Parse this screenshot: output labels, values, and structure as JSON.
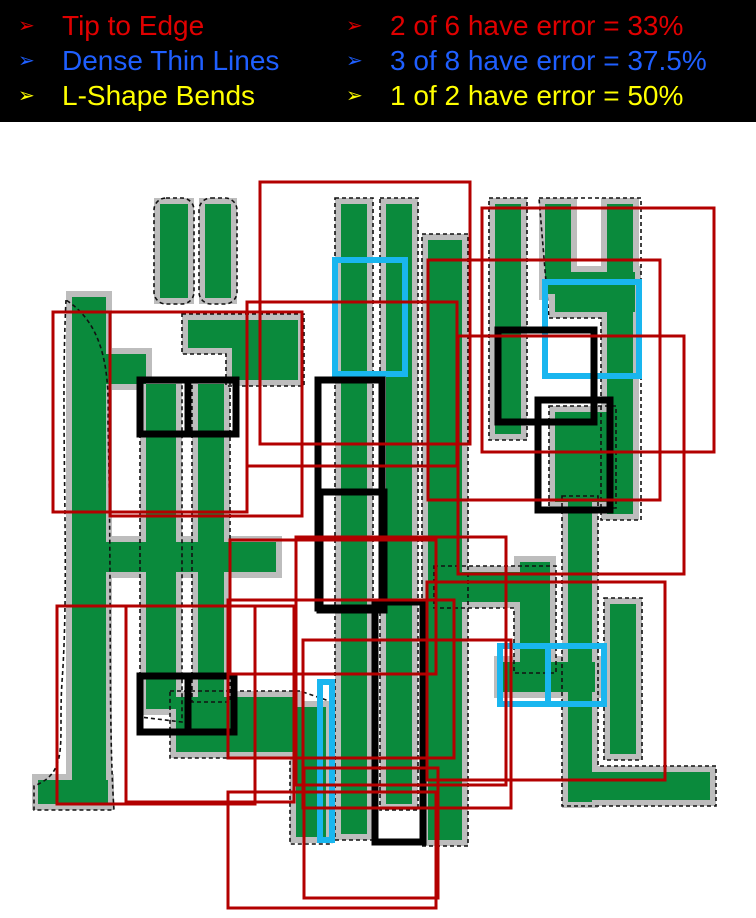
{
  "colors": {
    "red": "#e00000",
    "blue": "#1f5fff",
    "yellow": "#ffff00",
    "metal": "#0a8a3c",
    "contour": "#bdbdbd",
    "window": "#b30000",
    "error_cyan": "#19b6ef",
    "error_black": "#000000"
  },
  "legend": {
    "categories": [
      {
        "label": "Tip to Edge",
        "stat": "2 of 6 have error = 33%",
        "color": "red"
      },
      {
        "label": "Dense Thin Lines",
        "stat": "3 of 8 have error = 37.5%",
        "color": "blue"
      },
      {
        "label": "L-Shape Bends",
        "stat": "1 of 2 have error = 50%",
        "color": "yellow"
      }
    ],
    "bullet": "➢"
  },
  "icons": {
    "bullet": "arrowhead-bullet-icon"
  }
}
